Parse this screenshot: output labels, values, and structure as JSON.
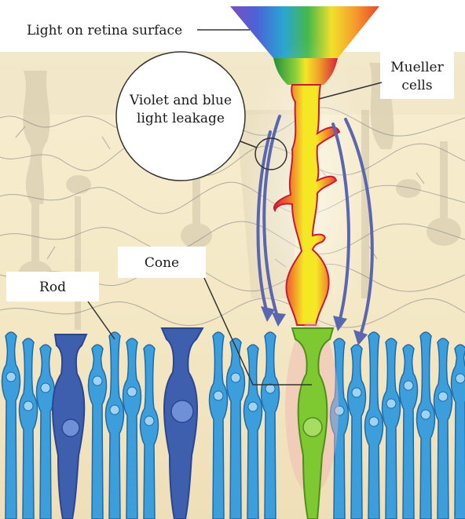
{
  "labels": {
    "light_on_retina": "Light on retina surface",
    "mueller_line1": "Mueller",
    "mueller_line2": "cells",
    "leak_line1": "Violet and blue",
    "leak_line2": "light leakage",
    "cone": "Cone",
    "rod": "Rod"
  },
  "colors": {
    "background": "#f6edcf",
    "rod": "#3c9fdc",
    "rod_outline": "#1f6aa8",
    "cone_dark": "#3e5fae",
    "green_cone": "#7ec832",
    "arrow": "#5a66b0",
    "mueller_edge": "#d8203a",
    "mueller_core": "#f4e61e",
    "nerve_lines": "#8a8a8a"
  }
}
